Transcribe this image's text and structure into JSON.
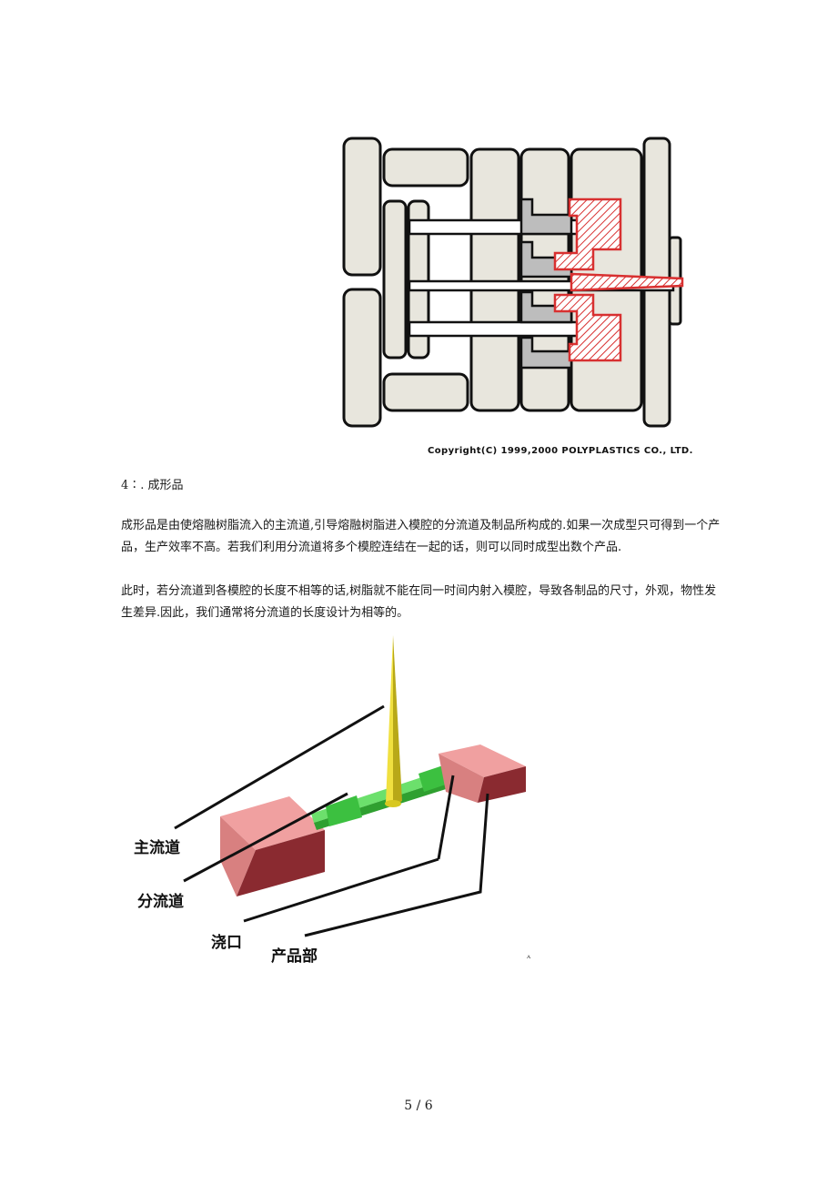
{
  "mold_figure": {
    "copyright": "Copyright(C) 1999,2000 POLYPLASTICS CO., LTD."
  },
  "section": {
    "heading": "4∶. 成形品"
  },
  "paragraphs": [
    "成形品是由使熔融树脂流入的主流道,引导熔融树脂进入模腔的分流道及制品所构成的.如果一次成型只可得到一个产品，生产效率不高。若我们利用分流道将多个模腔连结在一起的话，则可以同时成型出数个产品.",
    "此时，若分流道到各模腔的长度不相等的话,树脂就不能在同一时间内射入模腔，导致各制品的尺寸，外观，物性发生差异.因此，我们通常将分流道的长度设计为相等的。"
  ],
  "runner_figure": {
    "labels": {
      "sprue": "主流道",
      "runner": "分流道",
      "gate": "浇口",
      "product": "产品部"
    },
    "colors": {
      "sprue": "#e0d020",
      "runner": "#3cc040",
      "product": "#e08a8a",
      "product_side": "#8a2a30"
    },
    "small_mark": "ᴬ"
  },
  "footer": {
    "page_number": "5 / 6"
  }
}
